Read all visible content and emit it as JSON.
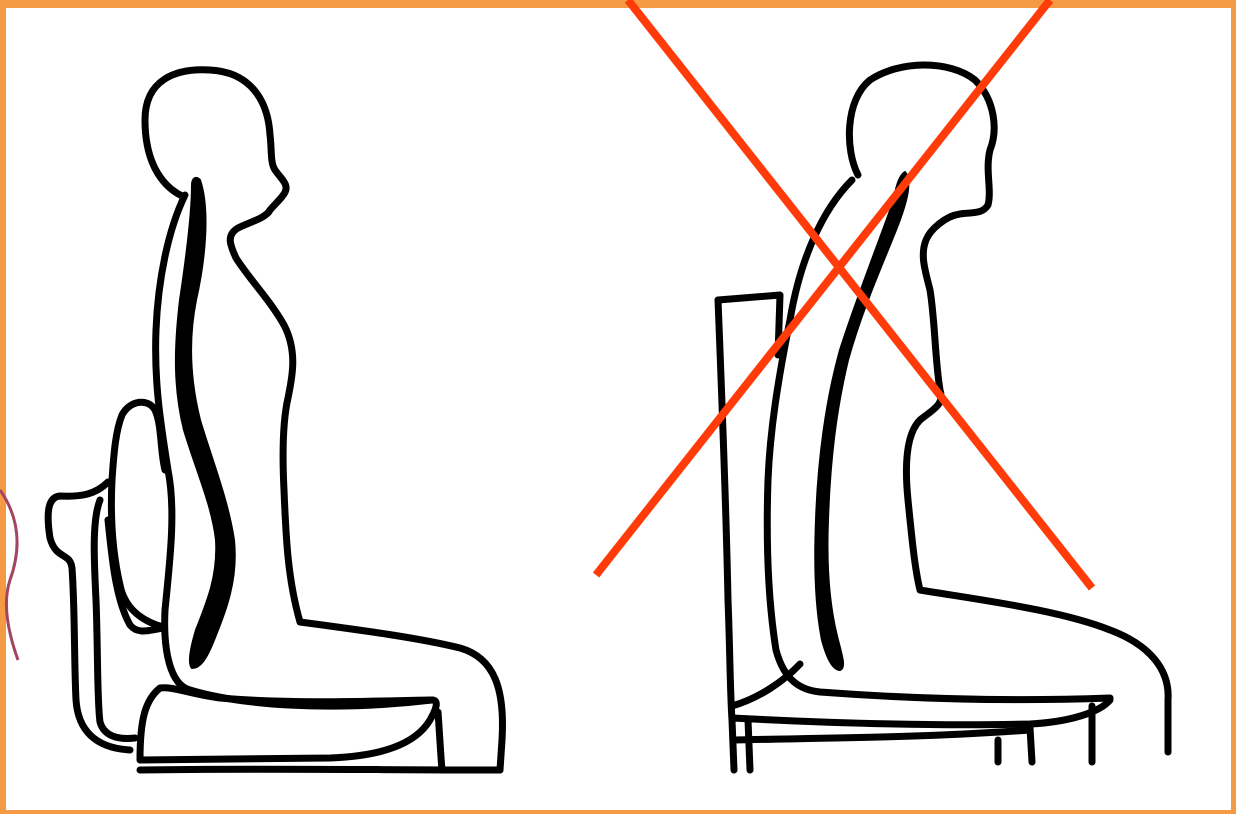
{
  "slide": {
    "frame_color": "#f59a44",
    "background_color": "#ffffff"
  },
  "figures": [
    {
      "name": "correct-posture",
      "description_icon": "seated-figure-with-ergonomic-chair",
      "line_color": "#000000"
    },
    {
      "name": "incorrect-posture",
      "description_icon": "seated-figure-with-straight-chair",
      "line_color": "#000000",
      "crossed_out": true,
      "cross_color": "#ff3b0a"
    }
  ]
}
